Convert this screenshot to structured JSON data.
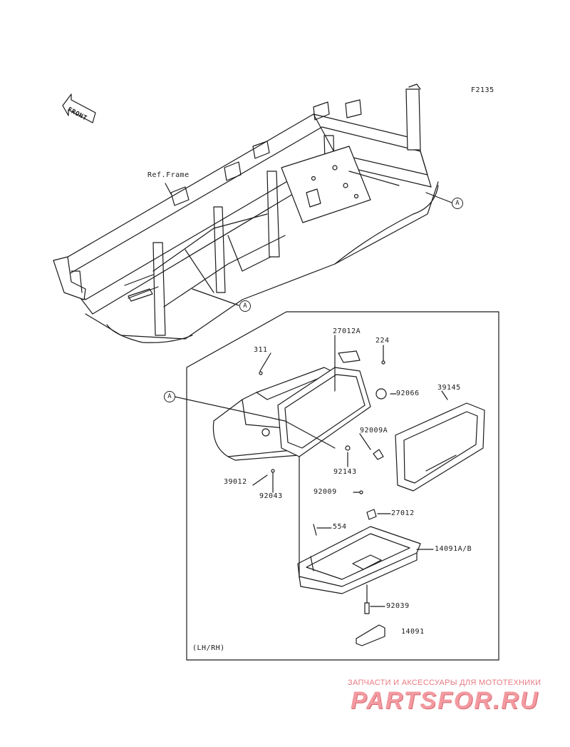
{
  "figure_code": "F2135",
  "front_marker": "FRONT",
  "ref_frame": "Ref.Frame",
  "callout_a": "A",
  "parts": {
    "p311": "311",
    "p27012A": "27012A",
    "p224": "224",
    "p92066": "92066",
    "p39145": "39145",
    "p92009A": "92009A",
    "p92143": "92143",
    "p39012": "39012",
    "p92043": "92043",
    "p92009": "92009",
    "p27012": "27012",
    "p554": "554",
    "p14091AB": "14091A/B",
    "p92039": "92039",
    "p14091": "14091"
  },
  "variant_note": "(LH/RH)",
  "watermark": {
    "caption": "ЗАПЧАСТИ И АКСЕССУАРЫ ДЛЯ МОТОТЕХНИКИ",
    "logo": "PARTSFOR.RU"
  },
  "colors": {
    "line": "#1a1a1a",
    "watermark": "#f29aa0"
  }
}
